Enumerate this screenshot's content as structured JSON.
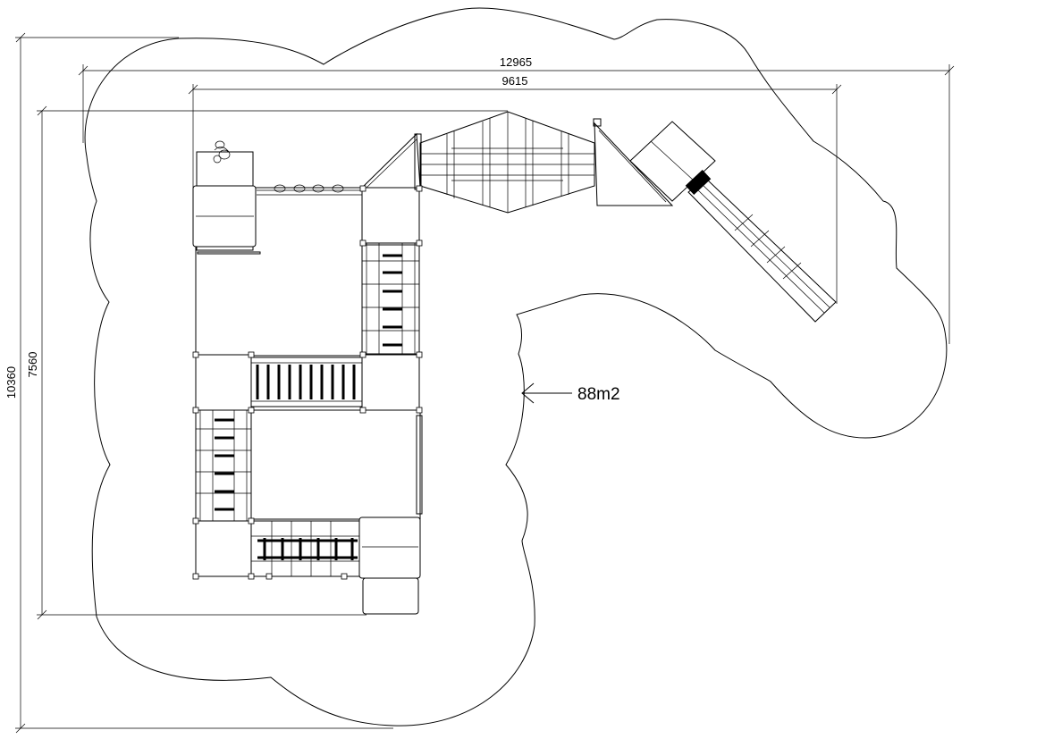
{
  "drawing": {
    "dimensions": {
      "overall_width": "12965",
      "inner_width": "9615",
      "overall_height": "10360",
      "inner_height": "7560"
    },
    "safety_area": {
      "label": "88m2"
    }
  }
}
